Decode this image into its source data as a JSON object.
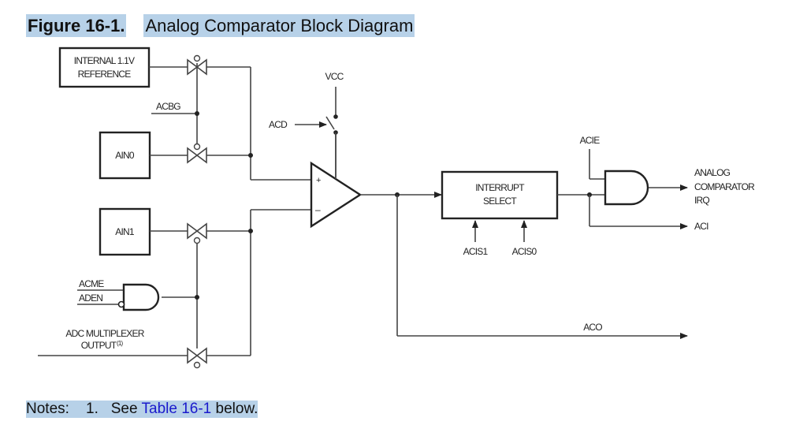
{
  "figure": {
    "number": "Figure 16-1.",
    "title": "Analog Comparator Block Diagram"
  },
  "blocks": {
    "internal_ref_line1": "INTERNAL 1.1V",
    "internal_ref_line2": "REFERENCE",
    "ain0": "AIN0",
    "ain1": "AIN1",
    "interrupt_select_line1": "INTERRUPT",
    "interrupt_select_line2": "SELECT"
  },
  "signals": {
    "acbg": "ACBG",
    "acme": "ACME",
    "aden": "ADEN",
    "adc_mux_line1": "ADC MULTIPLEXER",
    "adc_mux_line2": "OUTPUT",
    "adc_mux_note": "(1)",
    "vcc": "VCC",
    "acd": "ACD",
    "plus": "+",
    "minus": "–",
    "acie": "ACIE",
    "acis1": "ACIS1",
    "acis0": "ACIS0",
    "irq_line1": "ANALOG",
    "irq_line2": "COMPARATOR",
    "irq_line3": "IRQ",
    "aci": "ACI",
    "aco": "ACO"
  },
  "notes": {
    "label": "Notes:",
    "item_number": "1.",
    "prefix": "See",
    "link": "Table 16-1",
    "suffix": "below."
  }
}
